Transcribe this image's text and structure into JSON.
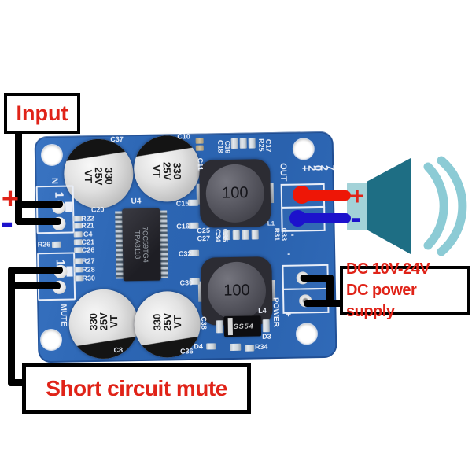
{
  "colors": {
    "board_blue": "#2c66b4",
    "silkscreen": "#e9eef8",
    "label_red": "#e02318",
    "wire_red": "#ee1606",
    "wire_blue": "#1c12cc",
    "speaker_dark_teal": "#1e6e84",
    "speaker_light_teal": "#a3d2d8",
    "wave_teal": "#8ccbd5",
    "annotation_black": "#000000"
  },
  "annotations": {
    "input": {
      "label": "Input",
      "plus": "+",
      "minus": "-"
    },
    "mute": {
      "label": "Short circuit mute"
    },
    "power": {
      "line1": "DC 10V-24V",
      "line2": "DC power supply"
    },
    "speaker": {
      "plus": "+",
      "minus": "-"
    }
  },
  "board": {
    "ic": {
      "ref": "U4",
      "lot": "7CC59TG4",
      "part": "TPA3118"
    },
    "cap": {
      "value": "330",
      "voltage": "25V",
      "brand": "VT"
    },
    "cap_refs": {
      "tl": "C37",
      "tr": "C10",
      "bl": "C8",
      "br": "C36"
    },
    "inductor_value": "100",
    "diode": {
      "part": "SS54",
      "d3": "D3",
      "d4": "D4",
      "r34": "R34",
      "l4": "L4",
      "c38": "C38"
    },
    "in_conn": {
      "pin": "1",
      "label": "N"
    },
    "mute_conn": {
      "pin": "1",
      "label": "MUTE",
      "r26": "R26"
    },
    "out": {
      "label": "OUT",
      "marking": "+2027",
      "minus": "-",
      "l1": "L1",
      "r31": "R31",
      "c33": "C33"
    },
    "pwr": {
      "label": "POWER",
      "plus": "+",
      "minus": "-"
    },
    "left_refs": [
      "C20",
      "R22",
      "R21",
      "C4",
      "C21",
      "C26",
      "R27",
      "R28",
      "R30"
    ],
    "mid_refs": {
      "c15": "C15",
      "c16": "C16",
      "c32": "C32",
      "c30": "C30",
      "c25": "C25",
      "c27": "C27"
    },
    "top_refs": {
      "c11": "C11",
      "c18": "C18",
      "c19": "C19",
      "r25": "R25",
      "c17": "C17"
    },
    "right_refs": {
      "c34": "C34",
      "c35": "C35"
    }
  }
}
